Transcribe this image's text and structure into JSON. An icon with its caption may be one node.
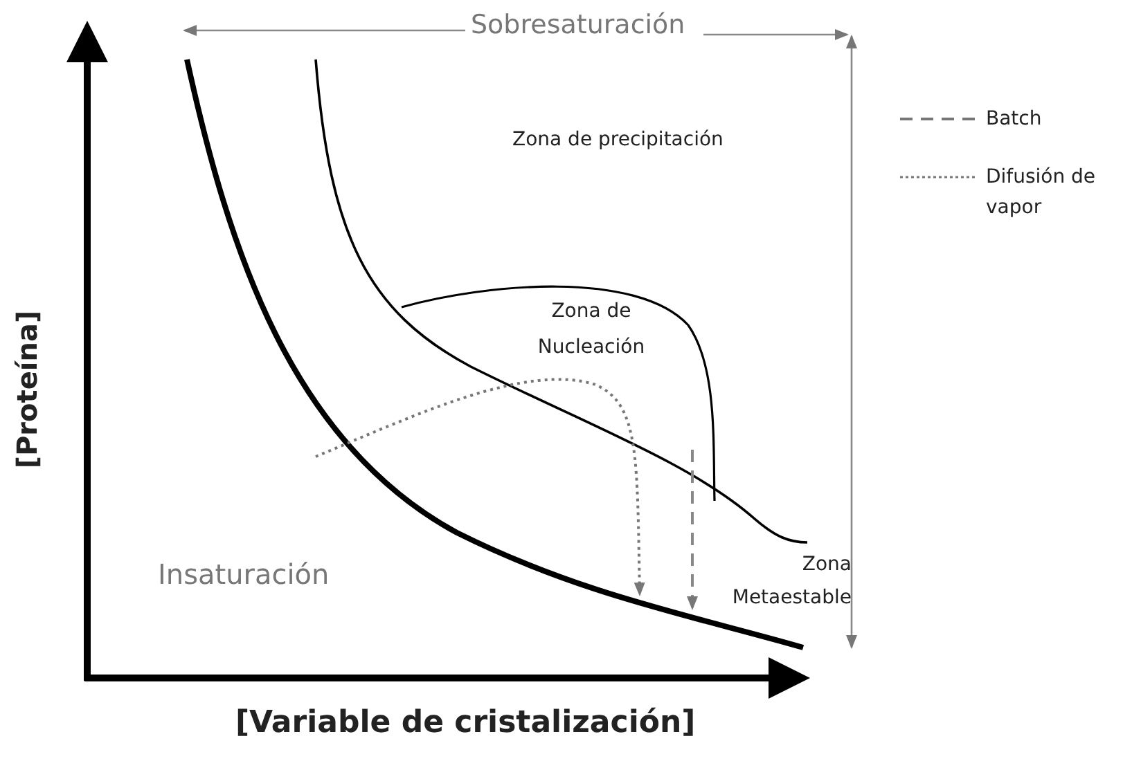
{
  "diagram": {
    "labels": [
      "Sobresaturación",
      "Zona de precipitación",
      "Zona de Nucleación",
      "[Proteína]",
      "Insaturación",
      "Zona Metaestable",
      "[Variable de cristalización]"
    ],
    "legend": [
      {
        "text": "Batch"
      },
      {
        "text": "Difusión de vapor"
      }
    ]
  }
}
